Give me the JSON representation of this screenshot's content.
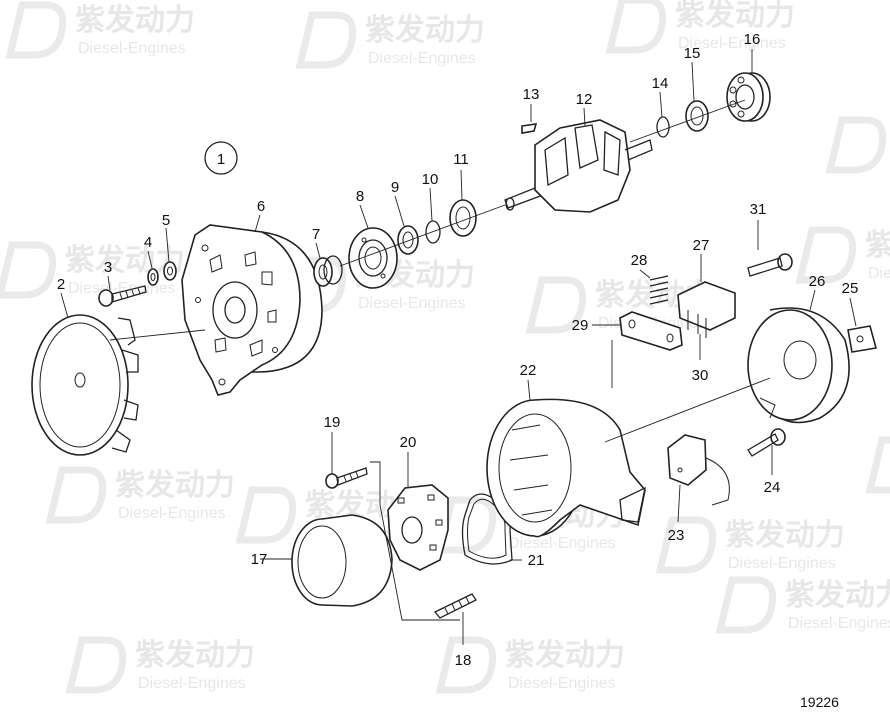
{
  "diagram": {
    "group_label": "1",
    "drawing_number": "19226",
    "watermark": {
      "brand": "紫发动力",
      "sub": "Diesel-Engines"
    },
    "callouts": [
      "2",
      "3",
      "4",
      "5",
      "6",
      "7",
      "8",
      "9",
      "10",
      "11",
      "12",
      "13",
      "14",
      "15",
      "16",
      "17",
      "18",
      "19",
      "20",
      "21",
      "22",
      "23",
      "24",
      "25",
      "26",
      "27",
      "28",
      "29",
      "30",
      "31"
    ]
  }
}
